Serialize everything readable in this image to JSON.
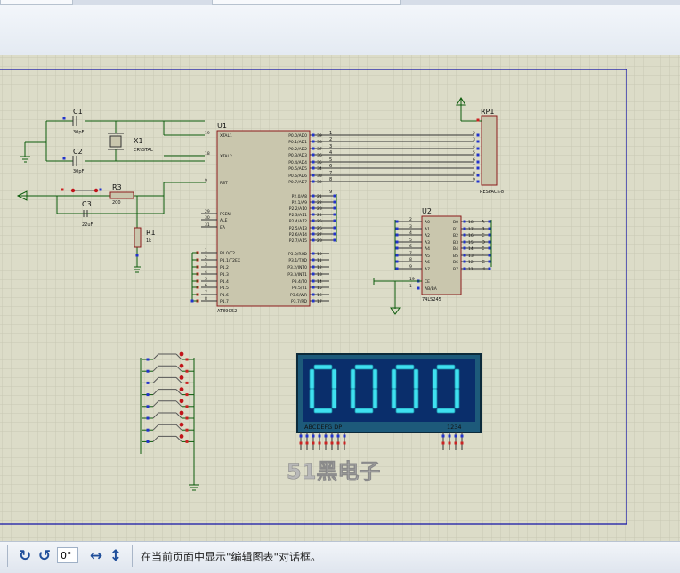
{
  "status": {
    "rotation_value": "0°",
    "message": "在当前页面中显示\"编辑图表\"对话框。"
  },
  "schematic": {
    "c1": {
      "ref": "C1",
      "value": "30pF"
    },
    "c2": {
      "ref": "C2",
      "value": "30pF"
    },
    "c3": {
      "ref": "C3",
      "value": "22uF"
    },
    "x1": {
      "ref": "X1",
      "value": "CRYSTAL"
    },
    "r3": {
      "ref": "R3",
      "value": "200"
    },
    "r1": {
      "ref": "R1",
      "value": "1k"
    },
    "u1": {
      "ref": "U1",
      "part": "AT89C52",
      "left_pins": [
        {
          "num": "19",
          "name": "XTAL1"
        },
        {
          "num": "18",
          "name": "XTAL2"
        },
        {
          "num": "9",
          "name": "RST"
        },
        {
          "num": "29",
          "name": "PSEN"
        },
        {
          "num": "30",
          "name": "ALE"
        },
        {
          "num": "31",
          "name": "EA"
        },
        {
          "num": "1",
          "name": "P1.0/T2"
        },
        {
          "num": "2",
          "name": "P1.1/T2EX"
        },
        {
          "num": "3",
          "name": "P1.2"
        },
        {
          "num": "4",
          "name": "P1.3"
        },
        {
          "num": "5",
          "name": "P1.4"
        },
        {
          "num": "6",
          "name": "P1.5"
        },
        {
          "num": "7",
          "name": "P1.6"
        },
        {
          "num": "8",
          "name": "P1.7"
        }
      ],
      "p0_pins": [
        {
          "num": "39",
          "name": "P0.0/AD0",
          "net": "1"
        },
        {
          "num": "38",
          "name": "P0.1/AD1",
          "net": "2"
        },
        {
          "num": "37",
          "name": "P0.2/AD2",
          "net": "3"
        },
        {
          "num": "36",
          "name": "P0.3/AD3",
          "net": "4"
        },
        {
          "num": "35",
          "name": "P0.4/AD4",
          "net": "5"
        },
        {
          "num": "34",
          "name": "P0.5/AD5",
          "net": "6"
        },
        {
          "num": "33",
          "name": "P0.6/AD6",
          "net": "7"
        },
        {
          "num": "32",
          "name": "P0.7/AD7",
          "net": "8"
        }
      ],
      "p2_pins": [
        {
          "num": "21",
          "name": "P2.0/A8",
          "net": "9"
        },
        {
          "num": "22",
          "name": "P2.1/A9"
        },
        {
          "num": "23",
          "name": "P2.2/A10"
        },
        {
          "num": "24",
          "name": "P2.3/A11"
        },
        {
          "num": "25",
          "name": "P2.4/A12"
        },
        {
          "num": "26",
          "name": "P2.5/A13"
        },
        {
          "num": "27",
          "name": "P2.6/A14"
        },
        {
          "num": "28",
          "name": "P2.7/A15"
        }
      ],
      "p3_pins": [
        {
          "num": "10",
          "name": "P3.0/RXD"
        },
        {
          "num": "11",
          "name": "P3.1/TXD"
        },
        {
          "num": "12",
          "name": "P3.2/INT0"
        },
        {
          "num": "13",
          "name": "P3.3/INT1"
        },
        {
          "num": "14",
          "name": "P3.4/T0"
        },
        {
          "num": "15",
          "name": "P3.5/T1"
        },
        {
          "num": "16",
          "name": "P3.6/WR"
        },
        {
          "num": "17",
          "name": "P3.7/RD"
        }
      ]
    },
    "rp1": {
      "ref": "RP1",
      "part": "RESPACK-8",
      "pins": [
        "2",
        "3",
        "4",
        "5",
        "6",
        "7",
        "8",
        "9"
      ]
    },
    "u2": {
      "ref": "U2",
      "part": "74LS245",
      "a_pins": [
        {
          "num": "2",
          "name": "A0"
        },
        {
          "num": "3",
          "name": "A1"
        },
        {
          "num": "4",
          "name": "A2"
        },
        {
          "num": "5",
          "name": "A3"
        },
        {
          "num": "6",
          "name": "A4"
        },
        {
          "num": "7",
          "name": "A5"
        },
        {
          "num": "8",
          "name": "A6"
        },
        {
          "num": "9",
          "name": "A7"
        }
      ],
      "b_pins": [
        {
          "num": "18",
          "name": "B0",
          "net": "A"
        },
        {
          "num": "17",
          "name": "B1",
          "net": "B"
        },
        {
          "num": "16",
          "name": "B2",
          "net": "C"
        },
        {
          "num": "15",
          "name": "B3",
          "net": "D"
        },
        {
          "num": "14",
          "name": "B4",
          "net": "E"
        },
        {
          "num": "13",
          "name": "B5",
          "net": "F"
        },
        {
          "num": "12",
          "name": "B6",
          "net": "G"
        },
        {
          "num": "11",
          "name": "B7",
          "net": "H"
        }
      ],
      "ctrl_pins": [
        {
          "num": "19",
          "name": "CE"
        },
        {
          "num": "1",
          "name": "AB/BA"
        }
      ]
    },
    "display": {
      "digits": "0000",
      "segment_label": "ABCDEFG DP",
      "digit_label": "1234"
    },
    "buttons": {
      "count": 8
    },
    "watermark": "51黑电子"
  }
}
